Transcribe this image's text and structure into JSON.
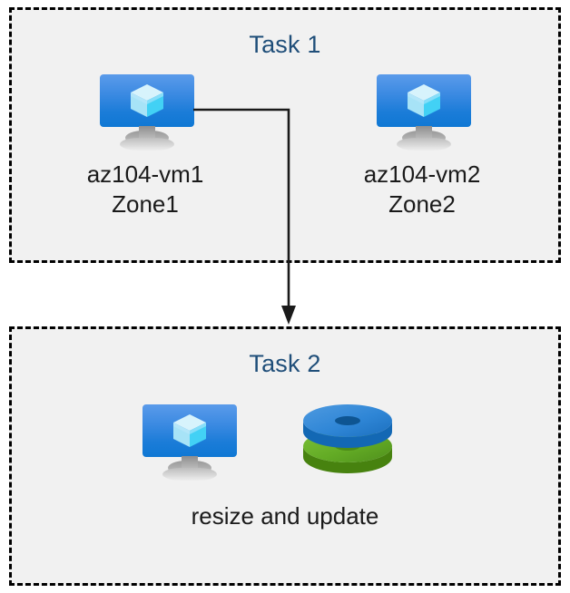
{
  "diagram": {
    "title": "Azure VM zones and resize/update tasks",
    "background_color": "#ffffff",
    "panel_fill": "#f1f1f1",
    "border_color": "#000000",
    "title_color": "#1F4E79",
    "text_color": "#1a1a1a"
  },
  "task1": {
    "title": "Task 1",
    "nodes": [
      {
        "icon": "virtual-machine-icon",
        "name": "az104-vm1",
        "zone": "Zone1",
        "caption": "az104-vm1\nZone1"
      },
      {
        "icon": "virtual-machine-icon",
        "name": "az104-vm2",
        "zone": "Zone2",
        "caption": "az104-vm2\nZone2"
      }
    ]
  },
  "task2": {
    "title": "Task 2",
    "caption": "resize and update",
    "icons": [
      {
        "icon": "virtual-machine-icon",
        "label": "virtual machine"
      },
      {
        "icon": "managed-disks-icon",
        "label": "managed disks"
      }
    ]
  },
  "connector": {
    "from": "az104-vm1",
    "to": "Task 2",
    "style": "elbow-arrow",
    "color": "#1a1a1a",
    "arrowhead": "filled-triangle-down"
  },
  "colors": {
    "vm_screen_top": "#5b9bea",
    "vm_screen_bottom": "#0f78d4",
    "cube_top": "#cdf0fb",
    "cube_left": "#9fe0f6",
    "cube_right": "#3fd0f5",
    "disk_blue_top": "#3d8fd8",
    "disk_blue_side": "#1368b4",
    "disk_green_top": "#6cb32d",
    "disk_green_side": "#4f8f1c",
    "stand_gray": "#b4b4b4"
  }
}
